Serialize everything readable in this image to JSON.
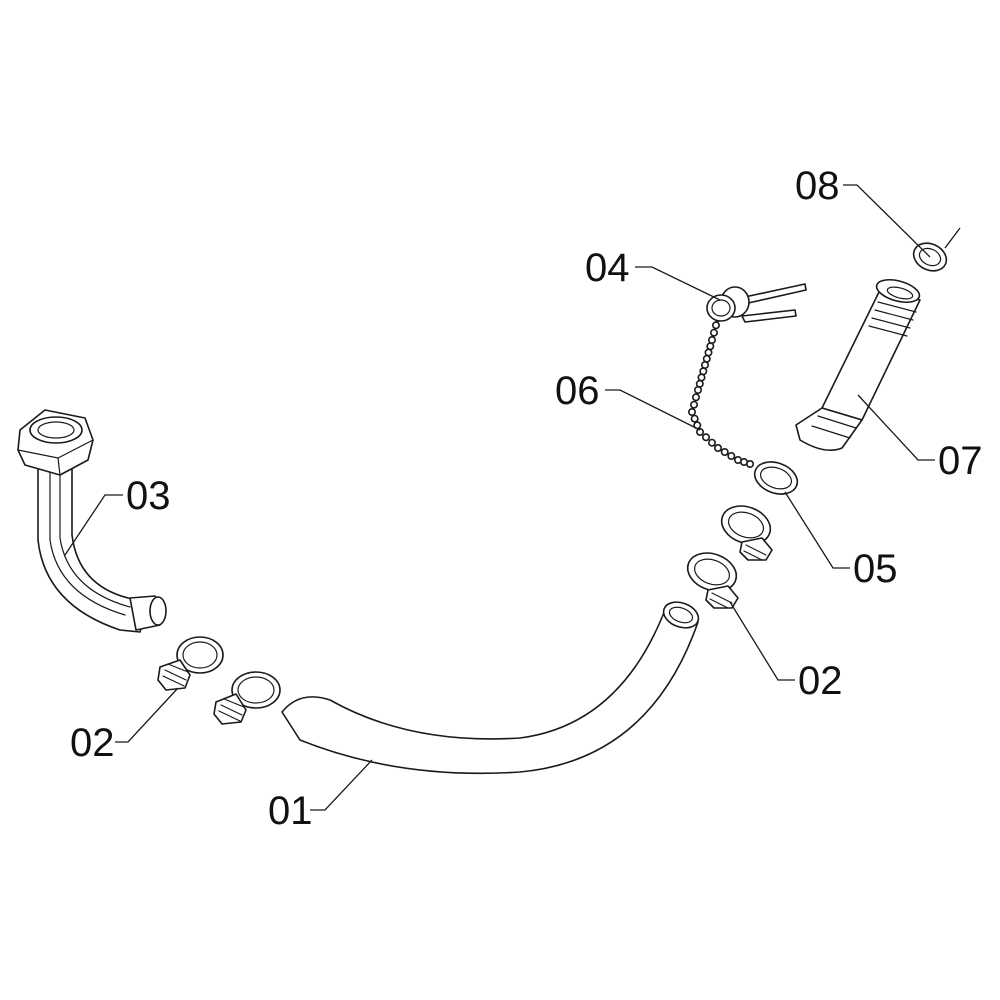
{
  "diagram": {
    "callouts": [
      {
        "id": "c08",
        "text": "08"
      },
      {
        "id": "c04",
        "text": "04"
      },
      {
        "id": "c06",
        "text": "06"
      },
      {
        "id": "c07",
        "text": "07"
      },
      {
        "id": "c03",
        "text": "03"
      },
      {
        "id": "c05",
        "text": "05"
      },
      {
        "id": "c02r",
        "text": "02"
      },
      {
        "id": "c02l",
        "text": "02"
      },
      {
        "id": "c01",
        "text": "01"
      }
    ],
    "colors": {
      "line": "#1a1a1a",
      "background": "#ffffff",
      "text": "#111111"
    }
  }
}
